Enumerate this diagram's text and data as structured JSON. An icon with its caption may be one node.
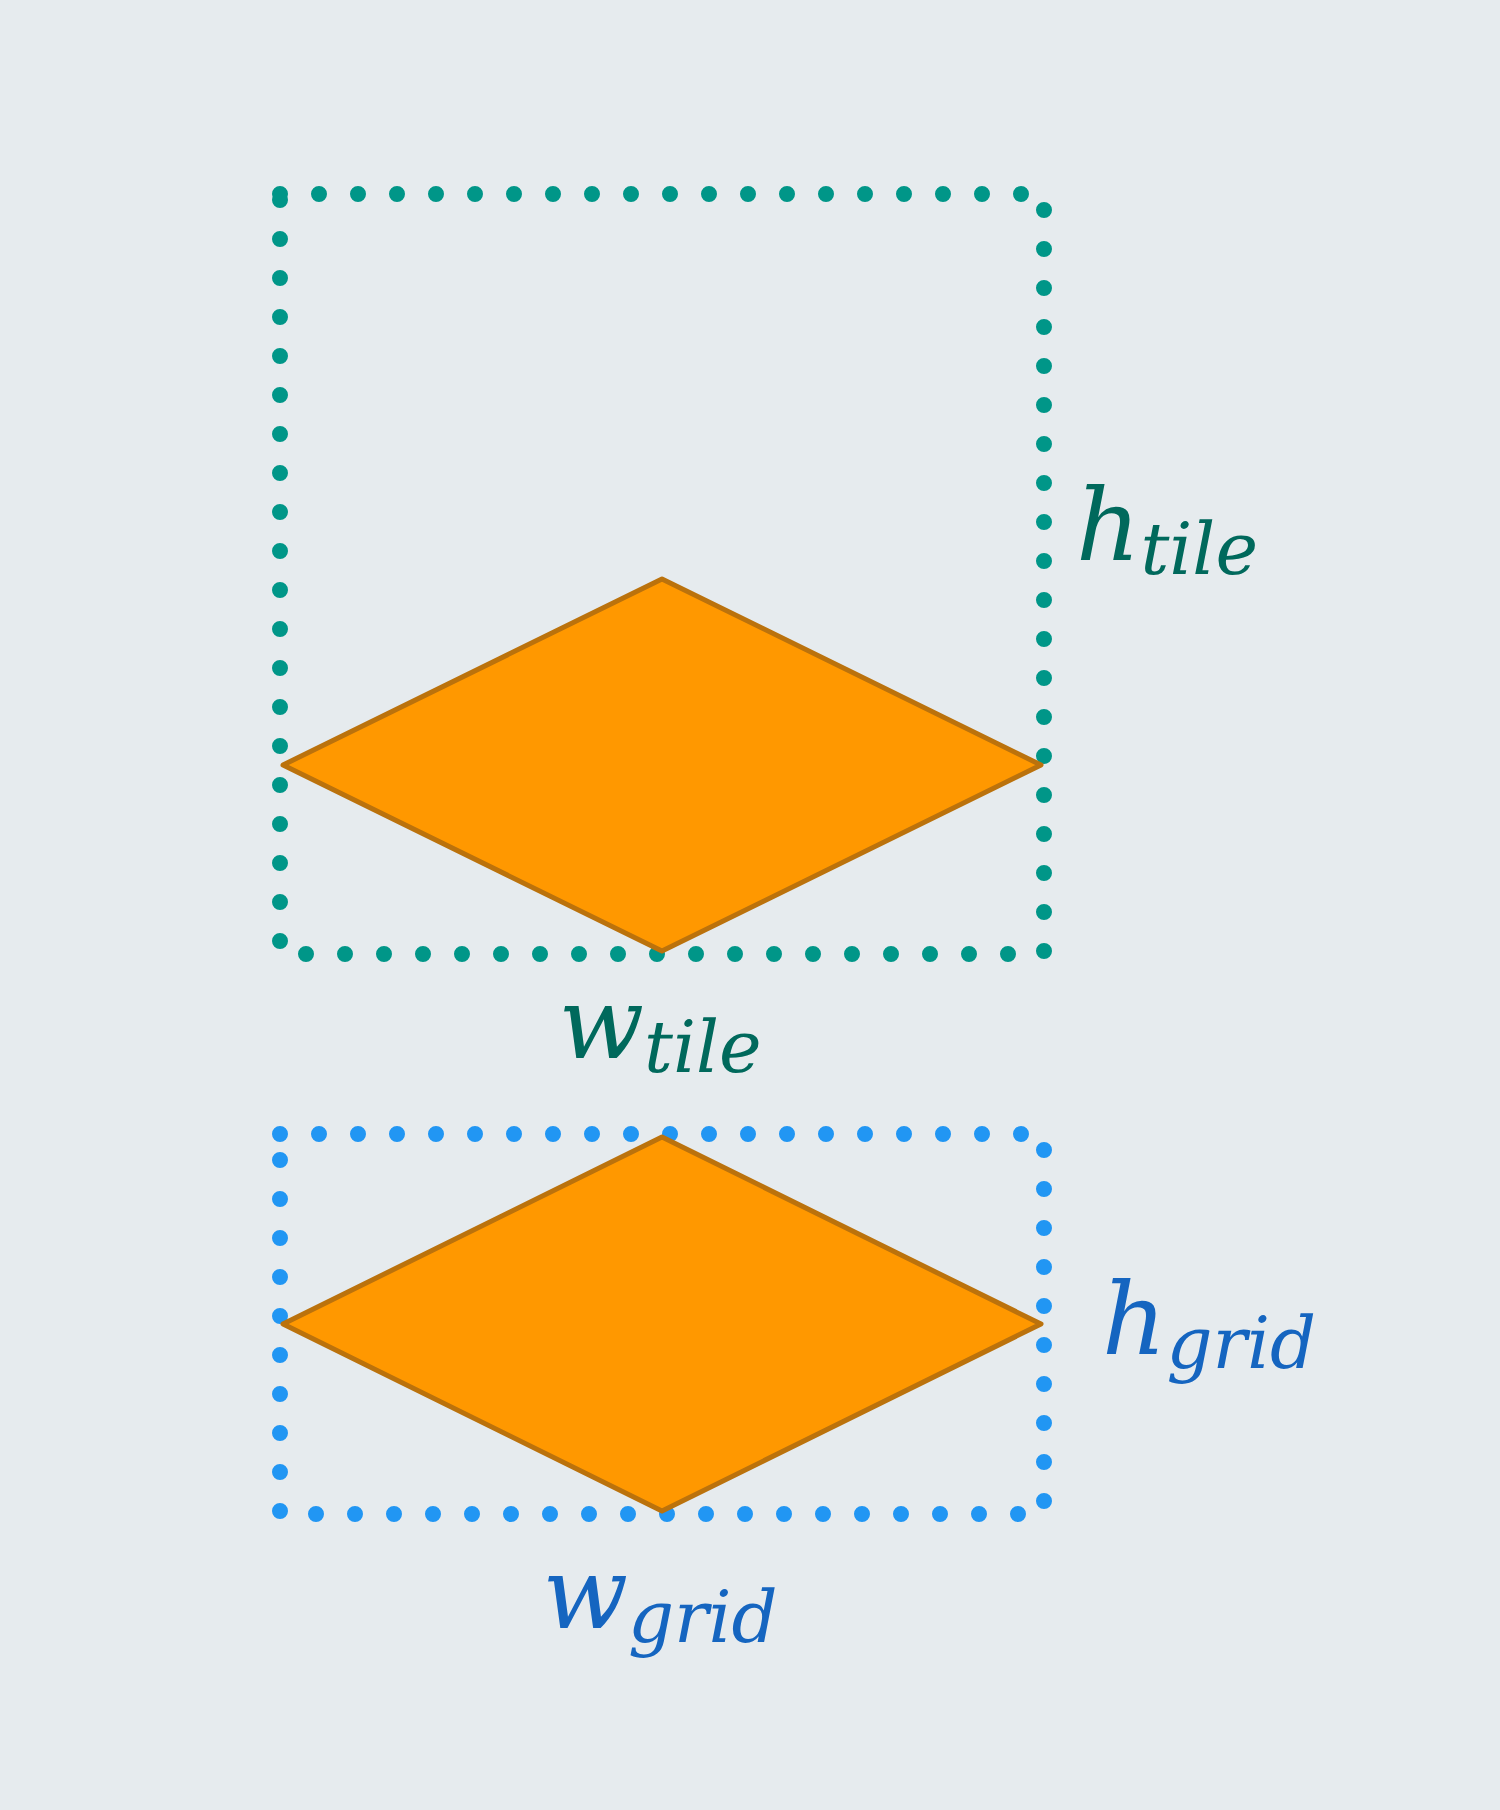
{
  "diagram": {
    "nodes": [
      {
        "text": [],
        "shape": "box",
        "beside": [
          "h$_{tile}$",
          "w$_{tile}$"
        ]
      },
      {
        "text": [],
        "shape": "diamond",
        "in": 0
      },
      {
        "text": [],
        "shape": "box",
        "beside": [
          "h$_{grid}$",
          "w$_{grid}$"
        ]
      },
      {
        "text": [],
        "shape": "diamond",
        "in": 2
      }
    ]
  }
}
